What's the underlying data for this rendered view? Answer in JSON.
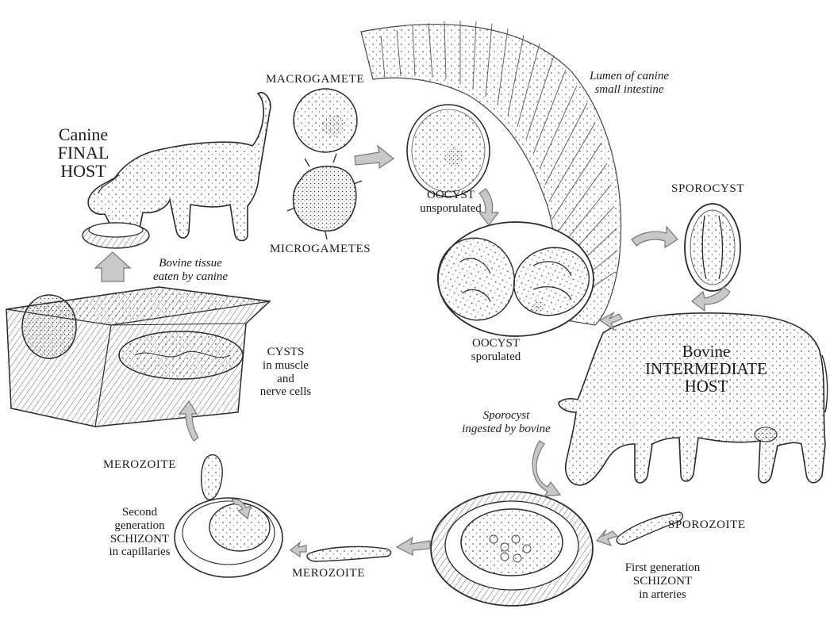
{
  "colors": {
    "ink": "#1a1a1a",
    "stipple": "#555555",
    "arrow_fill": "#c9c9c9",
    "arrow_stroke": "#777777",
    "outline": "#2a2a2a"
  },
  "labels": {
    "canine_host": "Canine\nFINAL\nHOST",
    "macrogamete": "MACROGAMETE",
    "microgametes": "MICROGAMETES",
    "lumen": "Lumen of canine\nsmall intestine",
    "oocyst_unsporulated": "OOCYST\nunsporulated",
    "sporocyst": "SPOROCYST",
    "oocyst_sporulated": "OOCYST\nsporulated",
    "bovine_tissue": "Bovine tissue\neaten by canine",
    "cysts": "CYSTS\nin muscle\nand\nnerve cells",
    "bovine_host": "Bovine\nINTERMEDIATE\nHOST",
    "sporocyst_ingested": "Sporocyst\ningested by bovine",
    "merozoite_top": "MEROZOITE",
    "second_schizont": "Second\ngeneration\nSCHIZONT\nin capillaries",
    "merozoite_bottom": "MEROZOITE",
    "sporozoite": "SPOROZOITE",
    "first_schizont": "First generation\nSCHIZONT\nin arteries"
  }
}
